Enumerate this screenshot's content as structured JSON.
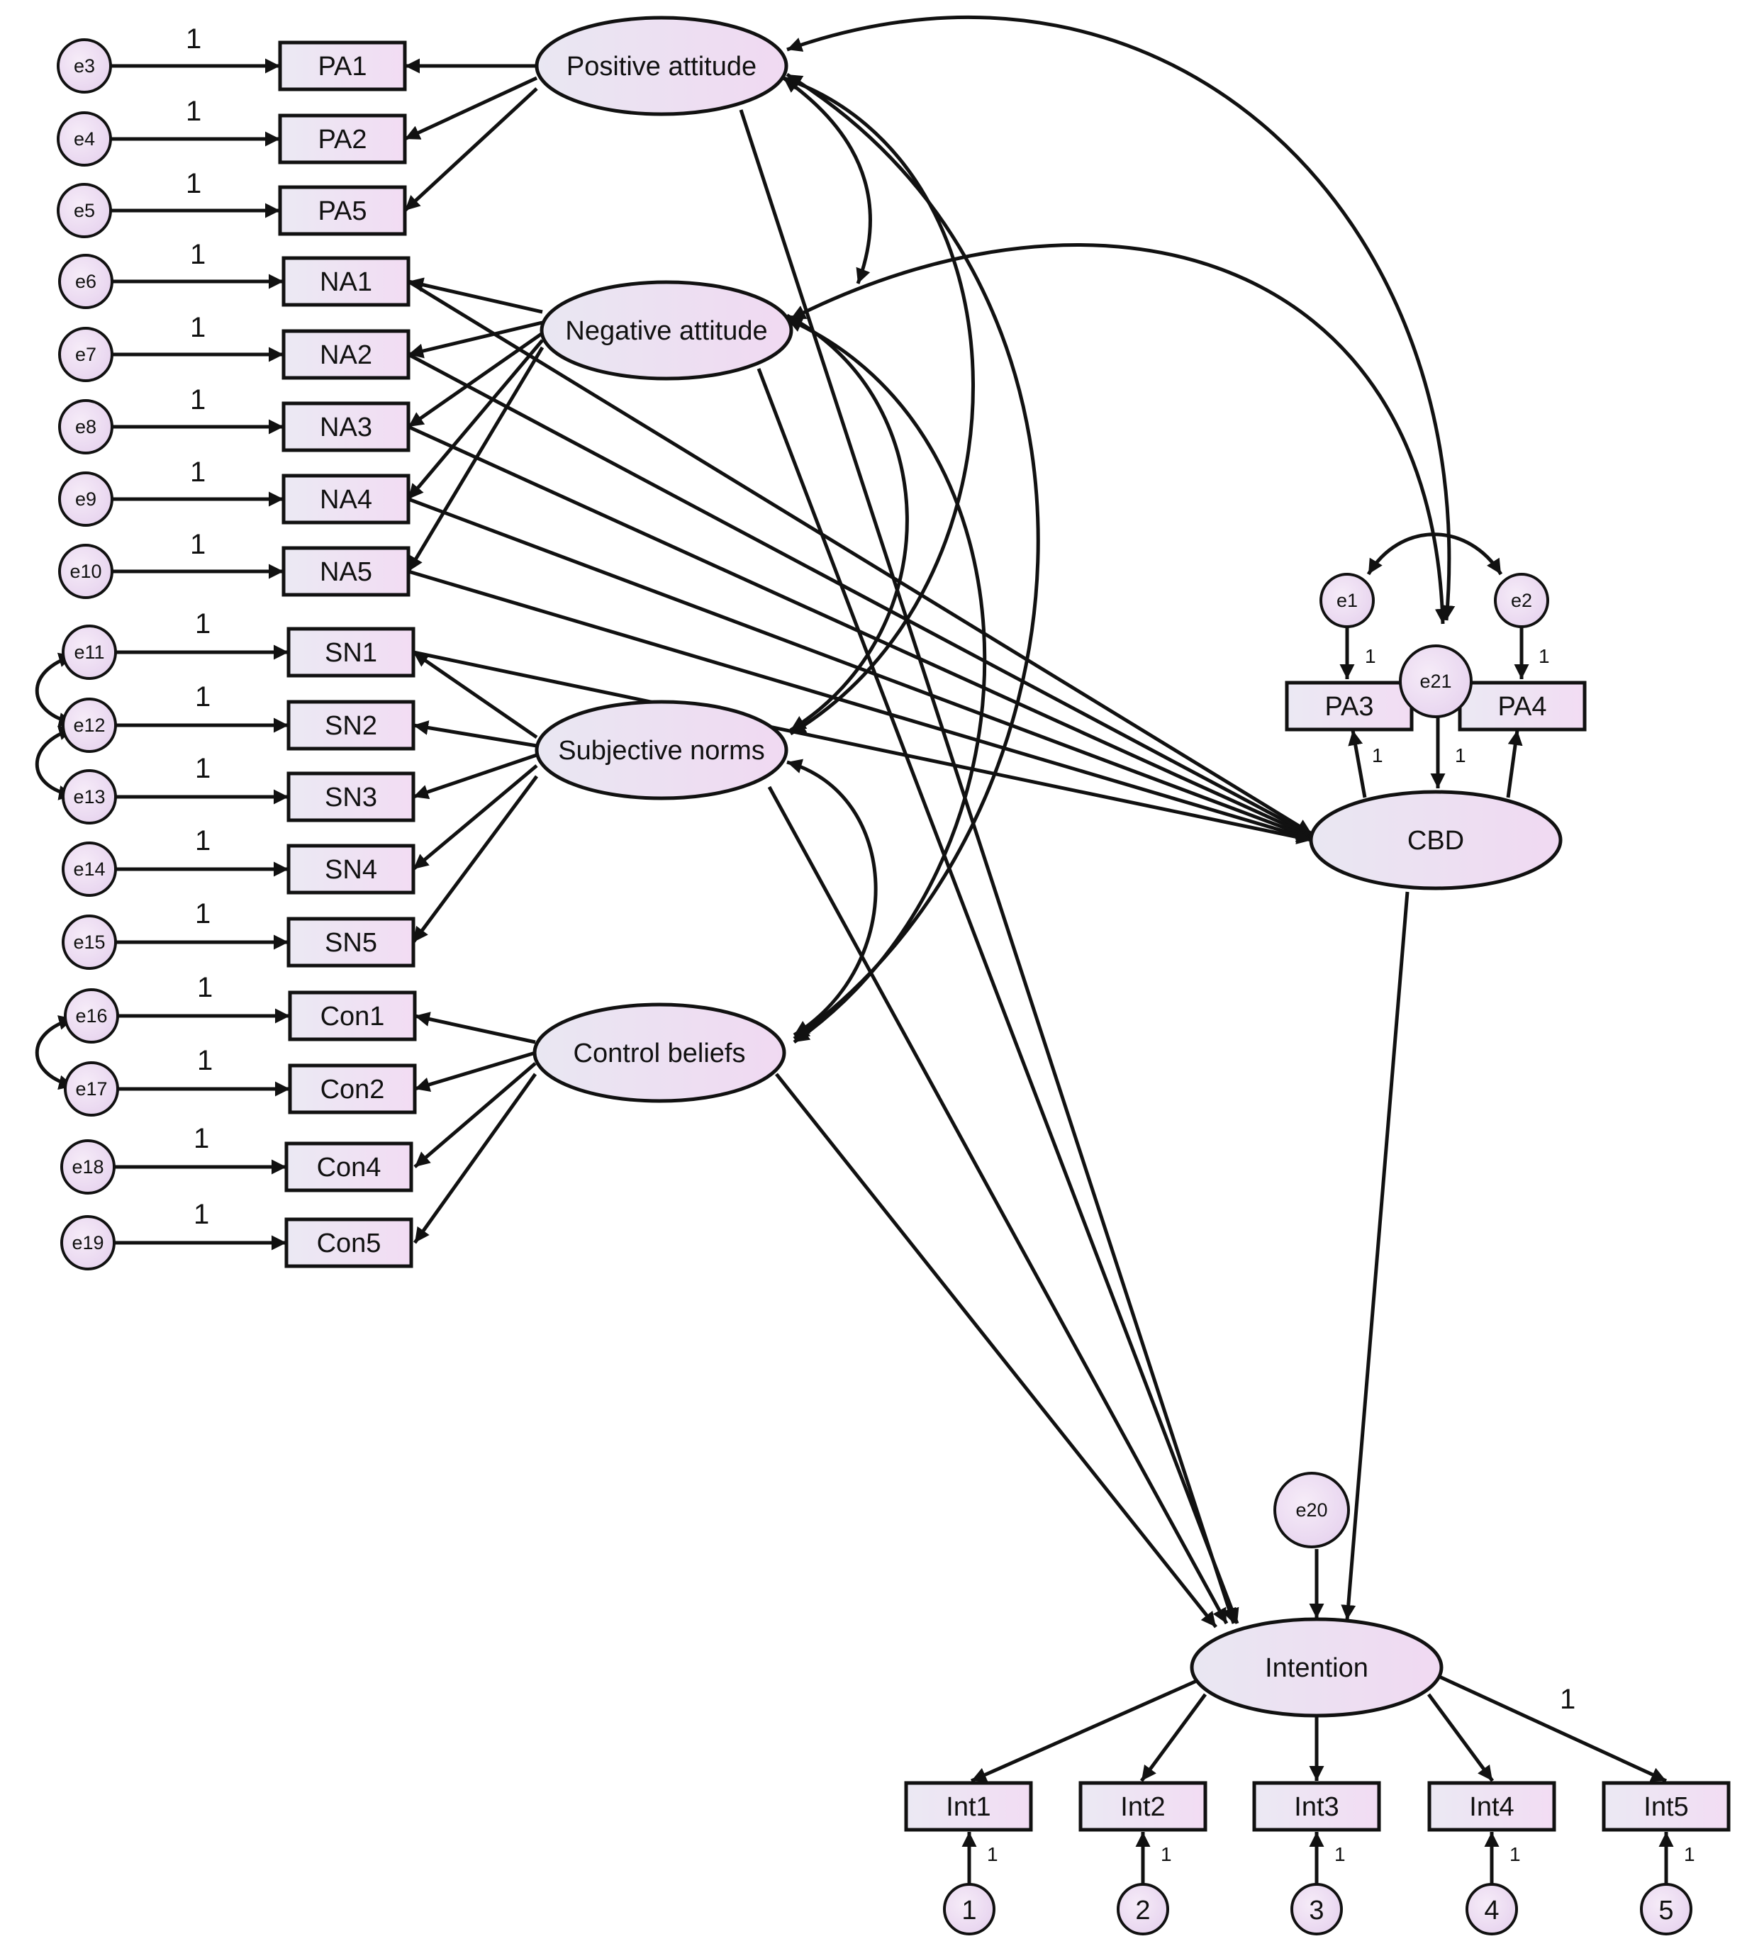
{
  "latents": {
    "pa": "Positive attitude",
    "na": "Negative attitude",
    "sn": "Subjective norms",
    "cb": "Control beliefs",
    "cbd": "CBD",
    "int": "Intention"
  },
  "indicators": {
    "PA1": "PA1",
    "PA2": "PA2",
    "PA5": "PA5",
    "NA1": "NA1",
    "NA2": "NA2",
    "NA3": "NA3",
    "NA4": "NA4",
    "NA5": "NA5",
    "SN1": "SN1",
    "SN2": "SN2",
    "SN3": "SN3",
    "SN4": "SN4",
    "SN5": "SN5",
    "Con1": "Con1",
    "Con2": "Con2",
    "Con4": "Con4",
    "Con5": "Con5",
    "PA3": "PA3",
    "PA4": "PA4",
    "Int1": "Int1",
    "Int2": "Int2",
    "Int3": "Int3",
    "Int4": "Int4",
    "Int5": "Int5"
  },
  "errors": {
    "e1": "e1",
    "e2": "e2",
    "e3": "e3",
    "e4": "e4",
    "e5": "e5",
    "e6": "e6",
    "e7": "e7",
    "e8": "e8",
    "e9": "e9",
    "e10": "e10",
    "e11": "e11",
    "e12": "e12",
    "e13": "e13",
    "e14": "e14",
    "e15": "e15",
    "e16": "e16",
    "e17": "e17",
    "e18": "e18",
    "e19": "e19",
    "e20": "e20",
    "e21": "e21",
    "n1": "1",
    "n2": "2",
    "n3": "3",
    "n4": "4",
    "n5": "5"
  },
  "weight_label": "1",
  "colors": {
    "fill_light": "#eeeaf4",
    "fill_pink": "#f0ddf4",
    "stroke": "#111111"
  }
}
